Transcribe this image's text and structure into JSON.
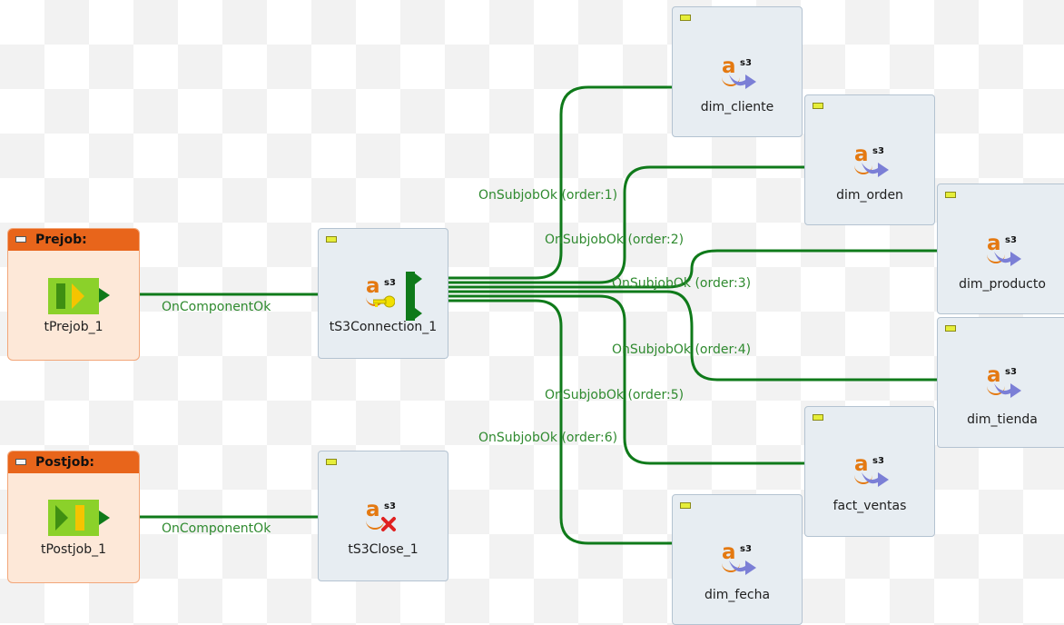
{
  "colors": {
    "link": "#0f7a1a",
    "link_label": "#2f8a2f",
    "component_bg": "#e7edf2",
    "prejob_header": "#e8651b",
    "prejob_bg": "#fde8d8"
  },
  "diagram": {
    "prejob": {
      "title": "Prejob:",
      "component_label": "tPrejob_1",
      "icon": "prejob-icon",
      "link_label": "OnComponentOk"
    },
    "postjob": {
      "title": "Postjob:",
      "component_label": "tPostjob_1",
      "icon": "postjob-icon",
      "link_label": "OnComponentOk"
    },
    "connection": {
      "label": "tS3Connection_1",
      "icon": "s3-connection-icon"
    },
    "close": {
      "label": "tS3Close_1",
      "icon": "s3-close-icon"
    },
    "subjobs": [
      {
        "label": "dim_cliente",
        "link_label": "OnSubjobOk (order:1)"
      },
      {
        "label": "dim_orden",
        "link_label": "OnSubjobOk (order:2)"
      },
      {
        "label": "dim_producto",
        "link_label": "OnSubjobOk (order:3)"
      },
      {
        "label": "dim_tienda",
        "link_label": "OnSubjobOk (order:4)"
      },
      {
        "label": "fact_ventas",
        "link_label": "OnSubjobOk (order:5)"
      },
      {
        "label": "dim_fecha",
        "link_label": "OnSubjobOk (order:6)"
      }
    ],
    "icon_texts": {
      "amazon_letter": "a",
      "s3_text": "s3"
    }
  }
}
